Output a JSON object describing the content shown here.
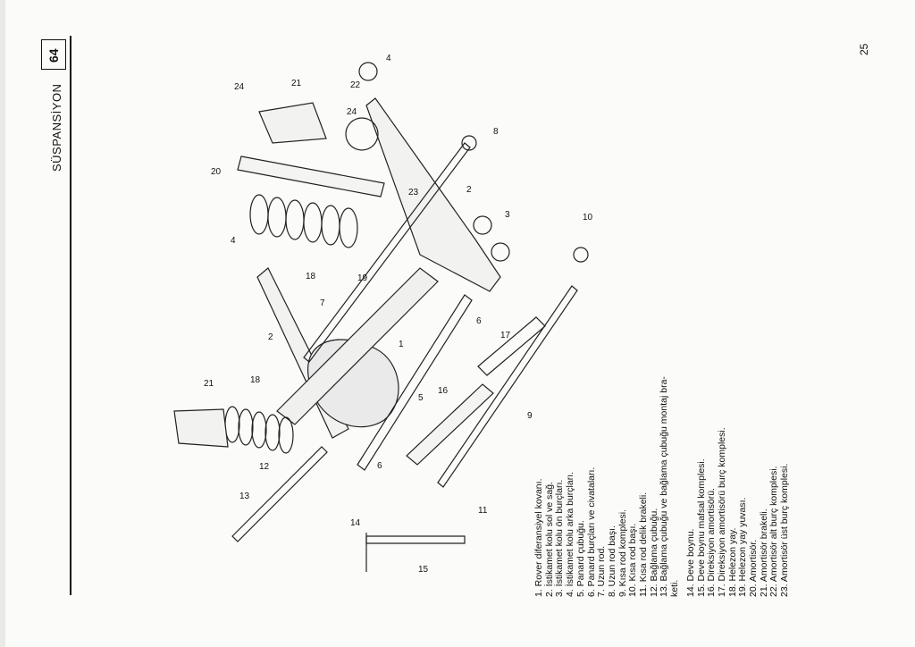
{
  "header": {
    "title": "SÜSPANSİYON",
    "page_box": "64",
    "page_number": "25"
  },
  "diagram": {
    "callouts": [
      "1",
      "2",
      "3",
      "4",
      "5",
      "6",
      "7",
      "8",
      "9",
      "10",
      "11",
      "12",
      "13",
      "14",
      "15",
      "16",
      "17",
      "18",
      "19",
      "20",
      "21",
      "22",
      "23",
      "24"
    ]
  },
  "legend": {
    "items": [
      "1. Rover diferansiyel kovanı.",
      "2. İstikamet kolu sol ve sağ.",
      "3. İstikamet kolu ön burçları.",
      "4. İstikamet kolu arka burçları.",
      "5. Panard çubuğu.",
      "6. Panard burçları ve civataları.",
      "7. Uzun rod.",
      "8. Uzun rod başı.",
      "9. Kısa rod komplesi.",
      "10. Kısa rod başı.",
      "11. Kısa rod delik brakeli.",
      "12. Bağlama çubuğu.",
      "13. Bağlama çubuğu ve bağlama çubuğu montaj bra-",
      "keti.",
      "",
      "14. Deve boynu.",
      "15. Deve boynu mafsal komplesi.",
      "16. Direksiyon amortisörü.",
      "17. Direksiyon amortisörü burç komplesi.",
      "18. Helezon yay.",
      "19. Helezon yay yuvası.",
      "20. Amortisör.",
      "21. Amortisör brakeli.",
      "22. Amortisör alt burç komplesi.",
      "23. Amortisör üst burç komplesi."
    ]
  }
}
